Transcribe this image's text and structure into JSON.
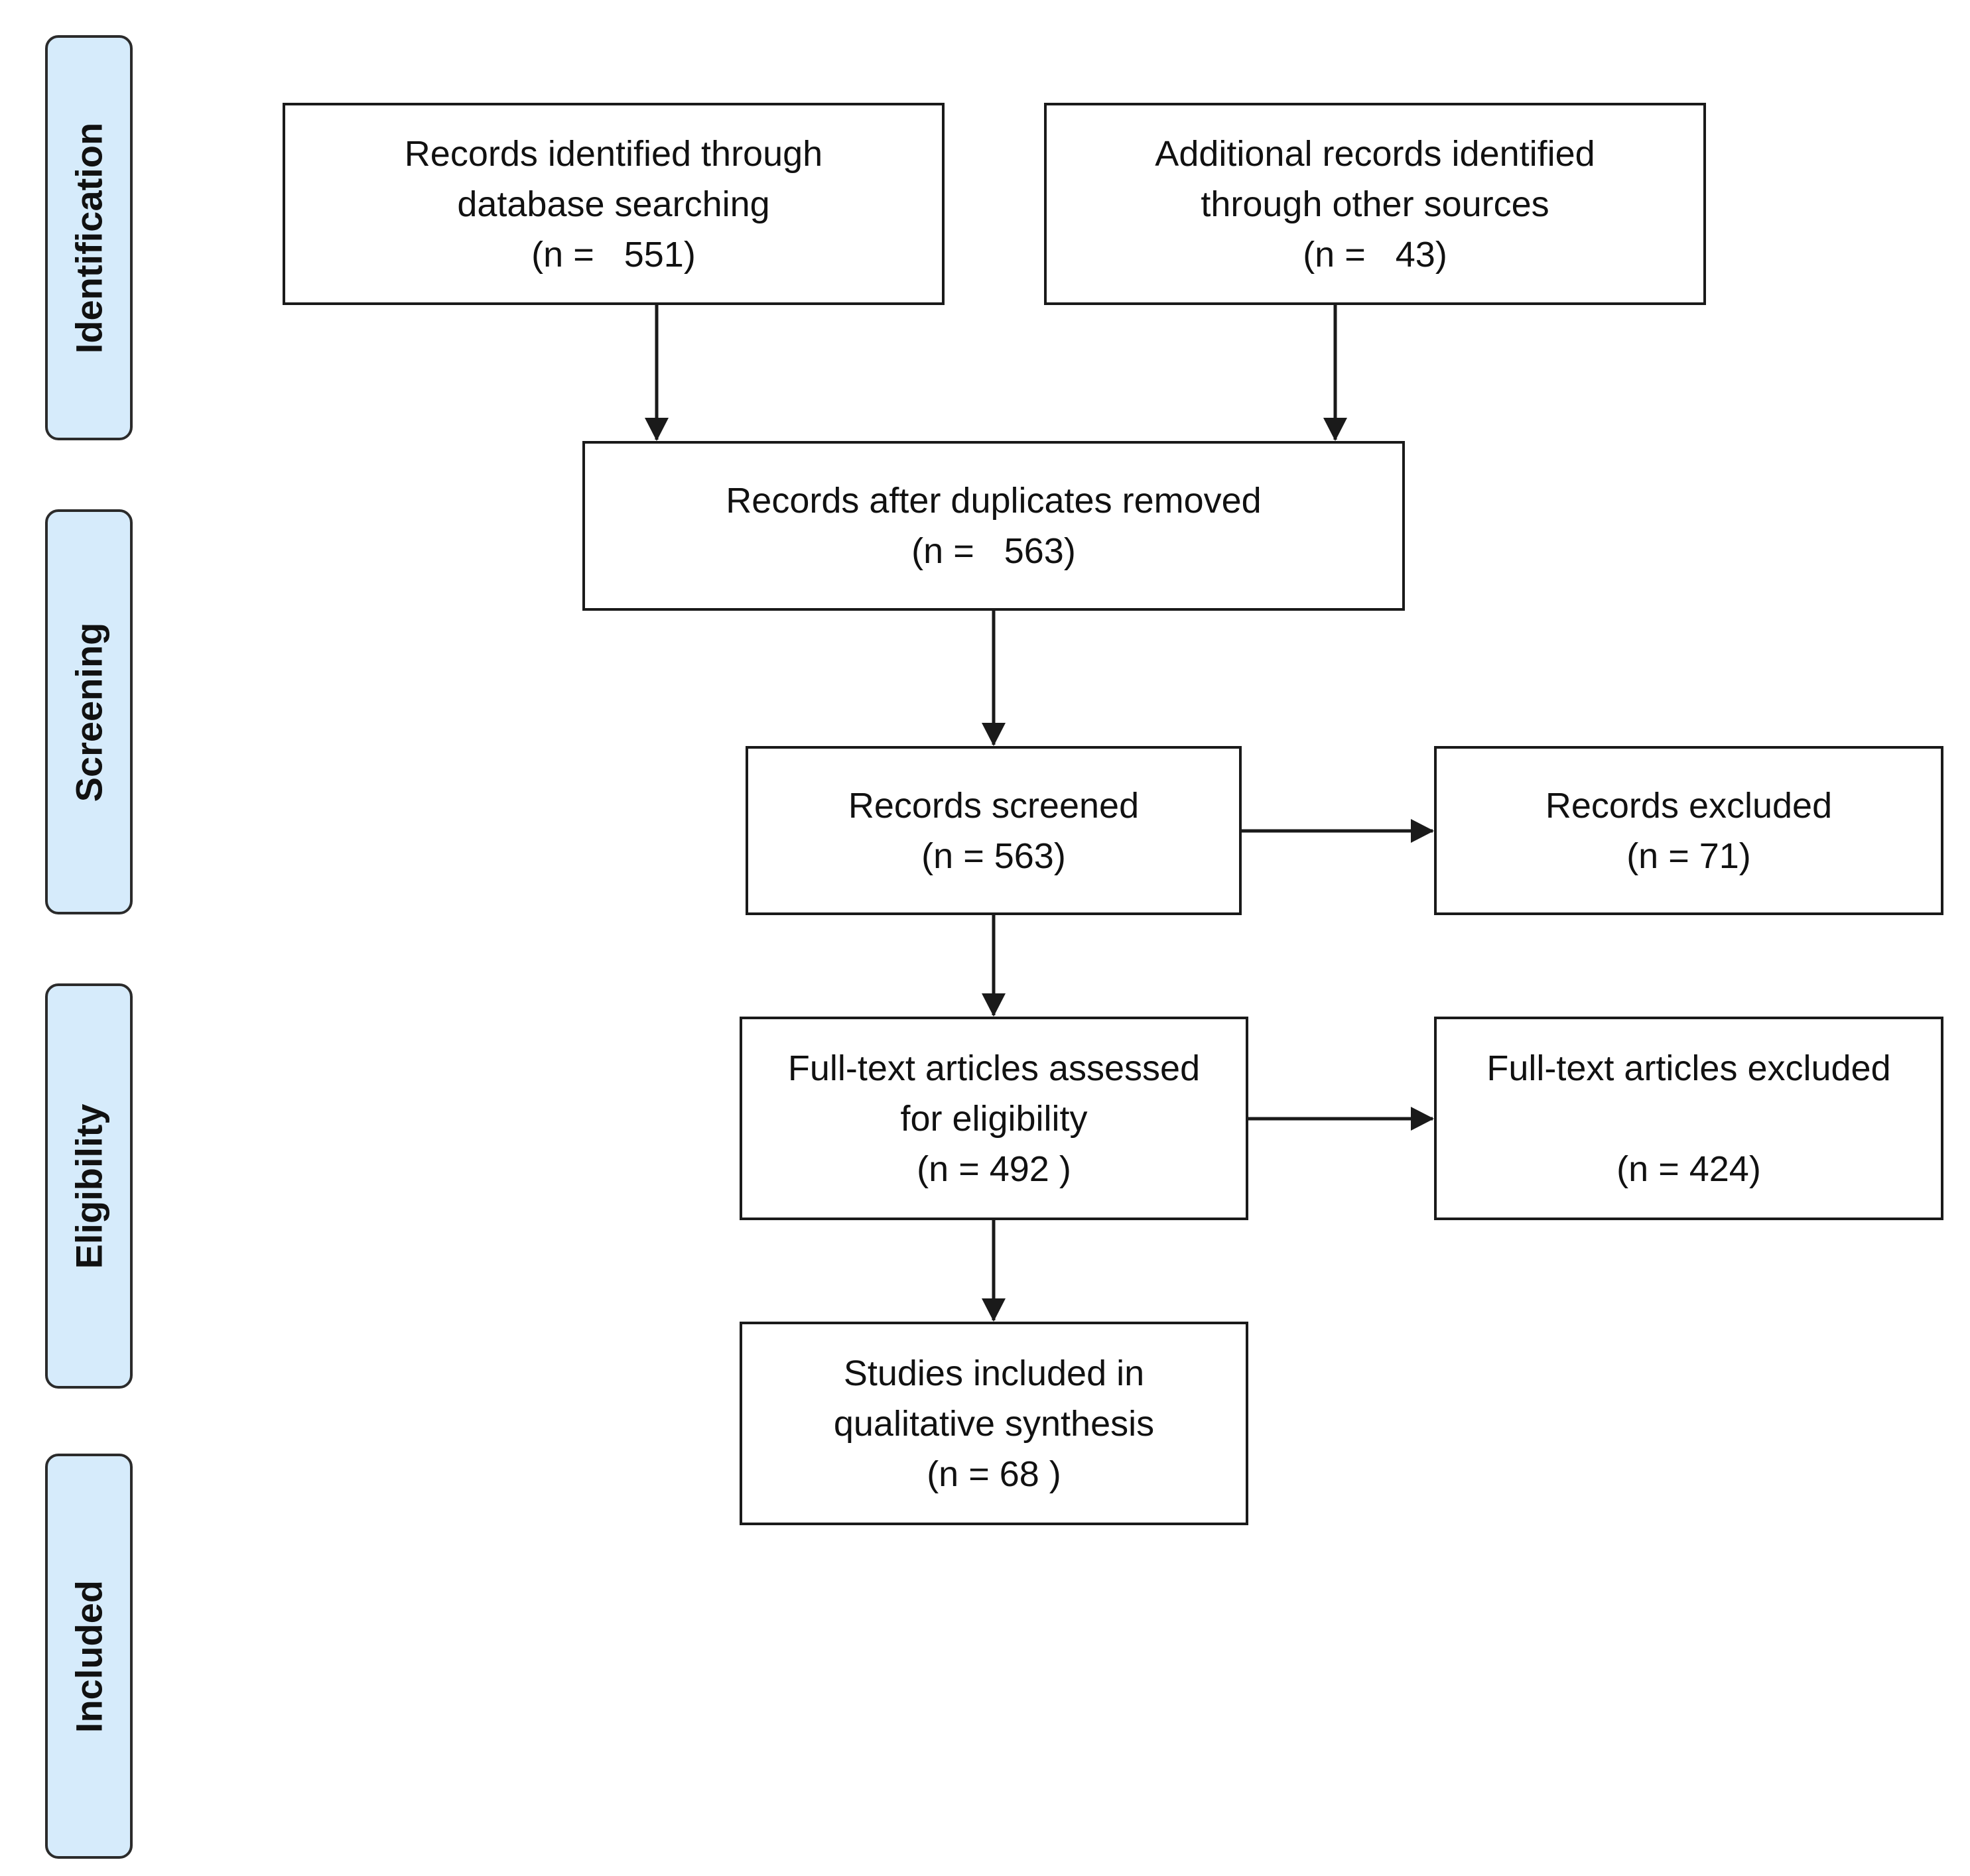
{
  "stages": {
    "identification": "Identification",
    "screening": "Screening",
    "eligibility": "Eligibility",
    "included": "Included"
  },
  "boxes": {
    "database_search": {
      "line1": "Records identified through",
      "line2": "database searching",
      "count": "(n =   551)"
    },
    "other_sources": {
      "line1": "Additional records identified",
      "line2": "through other sources",
      "count": "(n =   43)"
    },
    "duplicates_removed": {
      "line1": "Records after duplicates removed",
      "count": "(n =   563)"
    },
    "screened": {
      "line1": "Records screened",
      "count": "(n = 563)"
    },
    "excluded": {
      "line1": "Records excluded",
      "count": "(n = 71)"
    },
    "full_text_assessed": {
      "line1": "Full-text articles assessed",
      "line2": "for eligibility",
      "count": "(n = 492 )"
    },
    "full_text_excluded": {
      "line1": "Full-text articles excluded",
      "count": "(n = 424)"
    },
    "included": {
      "line1": "Studies included in",
      "line2": "qualitative synthesis",
      "count": "(n = 68 )"
    }
  },
  "colors": {
    "stage_fill": "#d6ebfb",
    "border": "#1a1a1a"
  }
}
